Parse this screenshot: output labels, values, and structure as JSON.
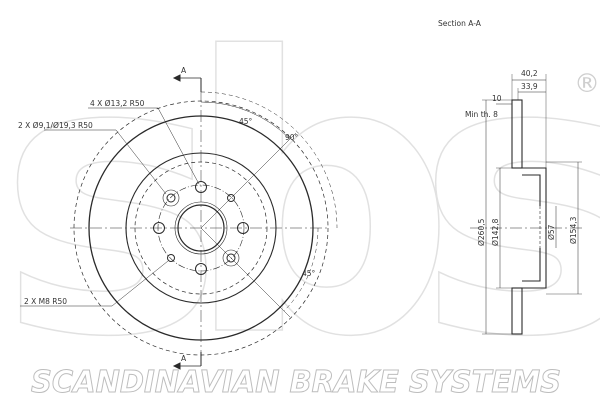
{
  "colors": {
    "line": "#2a2a2a",
    "watermark": "#d7d7d7",
    "watermark_stroke": "#c9c9c9"
  },
  "watermark": {
    "logo": "sbs",
    "registered": "®",
    "tagline": "SCANDINAVIAN BRAKE SYSTEMS"
  },
  "front_view": {
    "section_marker": "A",
    "callouts": {
      "stud_holes": "4 X Ø13,2 R50",
      "threaded_holes": "2 X Ø9,1/Ø19,3 R50",
      "threads": "2 X M8 R50"
    },
    "angles": {
      "a1": "45°",
      "a2": "90°",
      "a3": "45°"
    }
  },
  "section_view": {
    "title": "Section A-A",
    "overall_width": "40,2",
    "hat_depth": "33,9",
    "thickness": "10",
    "min_thickness": "Min th. 8",
    "diameters": {
      "outer": "Ø260,5",
      "friction_inner": "Ø142,8",
      "center_bore": "Ø57",
      "hat": "Ø154,3"
    }
  }
}
